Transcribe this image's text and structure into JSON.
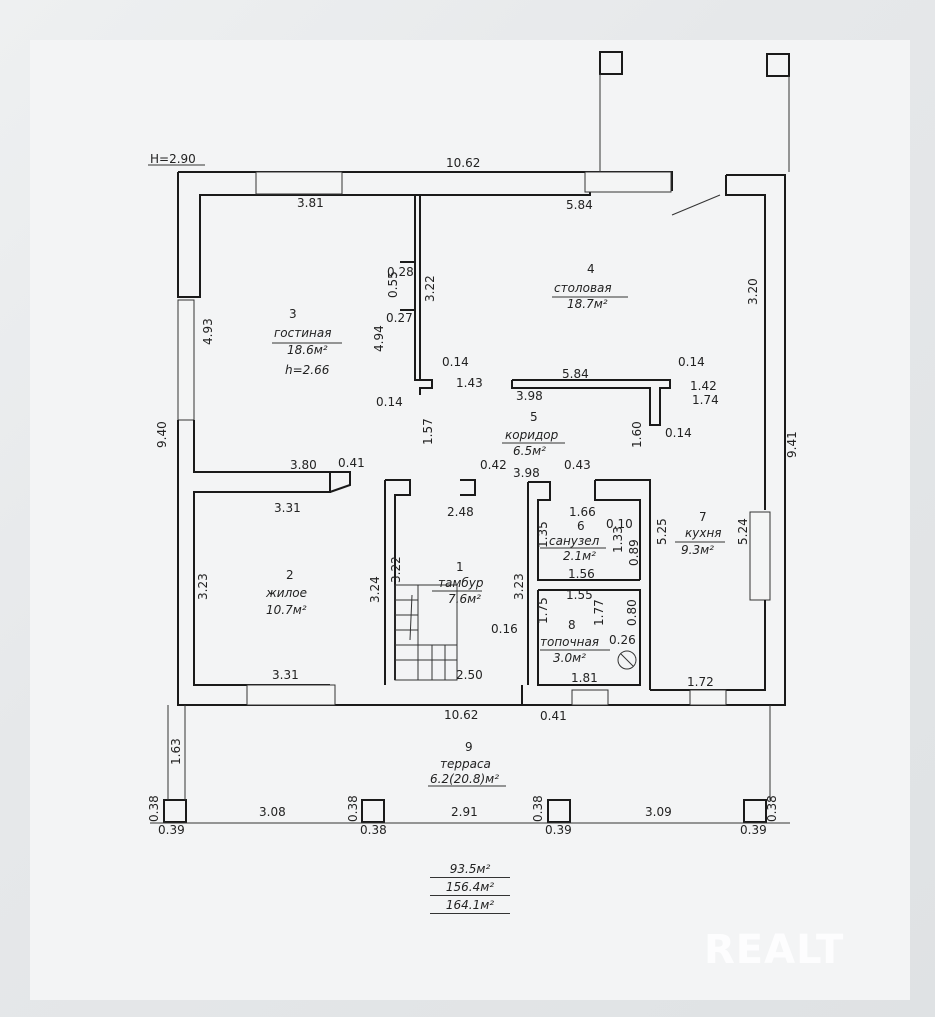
{
  "header_height": "H=2.90",
  "dims": {
    "total_width_top": "10.62",
    "living_top": "3.81",
    "dining_top": "5.84",
    "left_outer": "9.40",
    "right_outer": "9.41",
    "living_left": "4.93",
    "dining_right": "3.20",
    "w028": "0.28",
    "w055": "0.55",
    "w027": "0.27",
    "w322_top": "3.22",
    "w494": "4.94",
    "w014a": "0.14",
    "w014b": "0.14",
    "w143": "1.43",
    "w584_mid": "5.84",
    "w014c": "0.14",
    "w142": "1.42",
    "w174": "1.74",
    "w398_mid": "3.98",
    "w157": "1.57",
    "w160": "1.60",
    "w014d": "0.14",
    "w380": "3.80",
    "w041a": "0.41",
    "w042": "0.42",
    "w398_b": "3.98",
    "w043": "0.43",
    "w331_top": "3.31",
    "w248": "2.48",
    "w166": "1.66",
    "w010": "0.10",
    "w135": "1.35",
    "w133": "1.33",
    "w089": "0.89",
    "w525": "5.25",
    "w524": "5.24",
    "w322_vest": "3.22",
    "w323_bed": "3.23",
    "w324": "3.24",
    "w323_vest": "3.23",
    "w156": "1.56",
    "w155": "1.55",
    "w175": "1.75",
    "w177": "1.77",
    "w080": "0.80",
    "w016": "0.16",
    "w026": "0.26",
    "w331_bot": "3.31",
    "w250": "2.50",
    "w181": "1.81",
    "w172": "1.72",
    "w1062_bot": "10.62",
    "w041b": "0.41",
    "w163": "1.63",
    "w308": "3.08",
    "w291": "2.91",
    "w309": "3.09",
    "p038a": "0.38",
    "p039a": "0.39",
    "p038b": "0.38",
    "p038c": "0.38",
    "p038d": "0.38",
    "p039c": "0.39",
    "p038e": "0.38",
    "p039e": "0.39"
  },
  "rooms": {
    "r1": {
      "num": "1",
      "name": "тамбур",
      "area": "7.6м²"
    },
    "r2": {
      "num": "2",
      "name": "жилое",
      "area": "10.7м²"
    },
    "r3": {
      "num": "3",
      "name": "гостиная",
      "area": "18.6м²",
      "height": "h=2.66"
    },
    "r4": {
      "num": "4",
      "name": "столовая",
      "area": "18.7м²"
    },
    "r5": {
      "num": "5",
      "name": "коридор",
      "area": "6.5м²"
    },
    "r6": {
      "num": "6",
      "name": "санузел",
      "area": "2.1м²"
    },
    "r7": {
      "num": "7",
      "name": "кухня",
      "area": "9.3м²"
    },
    "r8": {
      "num": "8",
      "name": "топочная",
      "area": "3.0м²"
    },
    "r9": {
      "num": "9",
      "name": "терраса",
      "area": "6.2(20.8)м²"
    }
  },
  "totals": [
    "93.5м²",
    "156.4м²",
    "164.1м²"
  ],
  "watermark": "REALT"
}
